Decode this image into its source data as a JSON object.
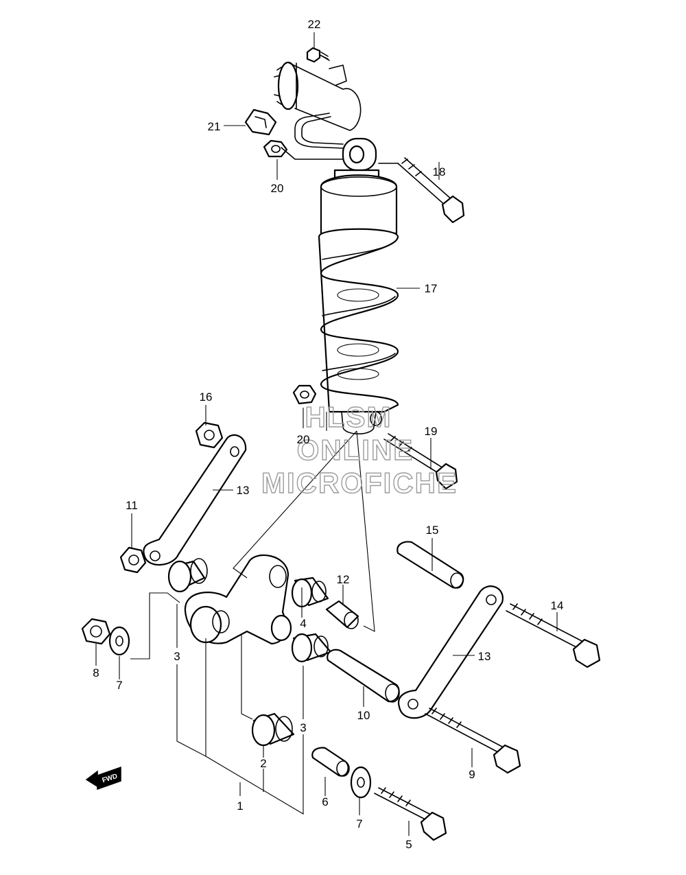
{
  "watermark": {
    "line1": "HLSM",
    "line2": "ONLINE",
    "line3": "MICROFICHE"
  },
  "direction_badge": {
    "text": "FWD",
    "icon": "forward-arrow-icon"
  },
  "callouts": {
    "c1": "1",
    "c2": "2",
    "c3a": "3",
    "c3b": "3",
    "c4": "4",
    "c5": "5",
    "c6": "6",
    "c7a": "7",
    "c7b": "7",
    "c8": "8",
    "c9": "9",
    "c10": "10",
    "c11": "11",
    "c12": "12",
    "c13a": "13",
    "c13b": "13",
    "c14": "14",
    "c15": "15",
    "c16": "16",
    "c17": "17",
    "c18": "18",
    "c19": "19",
    "c20a": "20",
    "c20b": "20",
    "c21": "21",
    "c22": "22"
  }
}
